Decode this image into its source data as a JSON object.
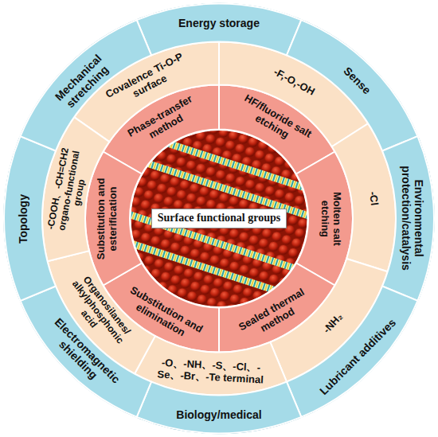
{
  "diagram": {
    "nodes": [
      {
        "text": [
          "Surface functional groups"
        ]
      },
      {
        "text": [
          "Phase-transfer method"
        ]
      },
      {
        "text": [
          "HF/fluoride salt etching"
        ]
      },
      {
        "text": [
          "Molten salt etching"
        ]
      },
      {
        "text": [
          "Sealed thermal method"
        ]
      },
      {
        "text": [
          "Substitution and elimination"
        ]
      },
      {
        "text": [
          "Substitution and esterification"
        ]
      },
      {
        "text": [
          "Covalence Ti-O-P surface"
        ]
      },
      {
        "text": [
          "-F,-O,-OH"
        ]
      },
      {
        "text": [
          "-Cl"
        ]
      },
      {
        "text": [
          "-NH₂"
        ]
      },
      {
        "text": [
          "-O、-NH、-S、-Cl、-Se、-Br、-Te terminal"
        ]
      },
      {
        "text": [
          "Organosilanes/ alkylphosphonic acid"
        ]
      },
      {
        "text": [
          "-COOH、-CH=CH2 organo-functional group"
        ]
      },
      {
        "text": [
          "Energy storage"
        ]
      },
      {
        "text": [
          "Sense"
        ]
      },
      {
        "text": [
          "Environmental protection/catalysis"
        ]
      },
      {
        "text": [
          "Lubricant additives"
        ]
      },
      {
        "text": [
          "Biology/medical"
        ]
      },
      {
        "text": [
          "Electromagnetic shielding"
        ]
      },
      {
        "text": [
          "Topology"
        ]
      },
      {
        "text": [
          "Mechanical stretching"
        ]
      }
    ]
  }
}
